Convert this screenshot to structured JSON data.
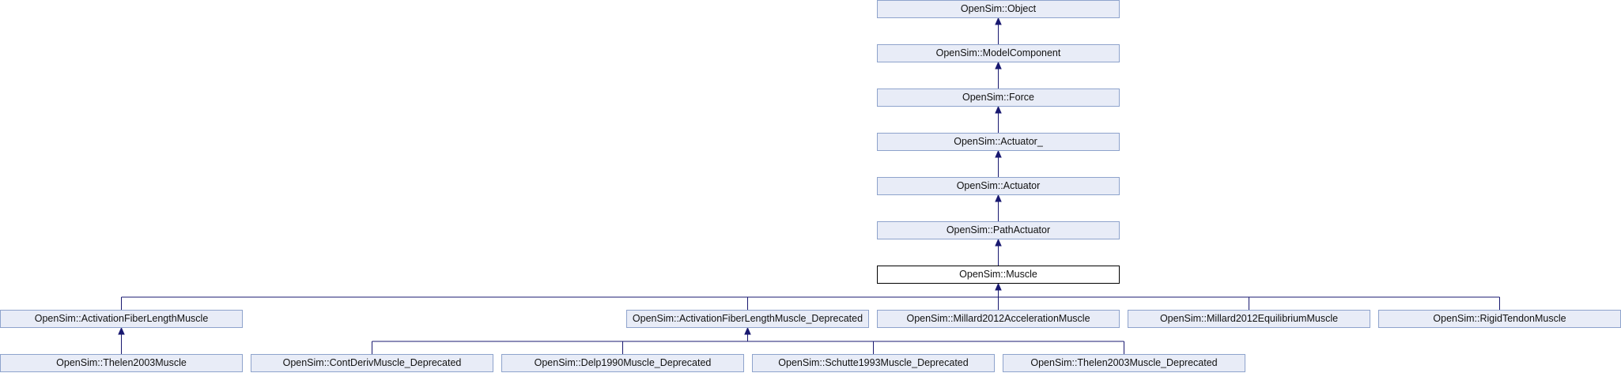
{
  "diagram": {
    "title": "",
    "nodes": {
      "object": "OpenSim::Object",
      "modelcomponent": "OpenSim::ModelComponent",
      "force": "OpenSim::Force",
      "actuator_": "OpenSim::Actuator_",
      "actuator": "OpenSim::Actuator",
      "pathactuator": "OpenSim::PathActuator",
      "muscle": "OpenSim::Muscle",
      "activationfiberlengthmuscle": "OpenSim::ActivationFiberLengthMuscle",
      "activationfiberlengthmuscle_deprecated": "OpenSim::ActivationFiberLengthMuscle_Deprecated",
      "millard2012accelerationmuscle": "OpenSim::Millard2012AccelerationMuscle",
      "millard2012equilibriummuscle": "OpenSim::Millard2012EquilibriumMuscle",
      "rigidtendonmuscle": "OpenSim::RigidTendonMuscle",
      "thelen2003muscle": "OpenSim::Thelen2003Muscle",
      "contderivmuscle_deprecated": "OpenSim::ContDerivMuscle_Deprecated",
      "delp1990muscle_deprecated": "OpenSim::Delp1990Muscle_Deprecated",
      "schutte1993muscle_deprecated": "OpenSim::Schutte1993Muscle_Deprecated",
      "thelen2003muscle_deprecated": "OpenSim::Thelen2003Muscle_Deprecated"
    },
    "edges": [
      [
        "modelcomponent",
        "object"
      ],
      [
        "force",
        "modelcomponent"
      ],
      [
        "actuator_",
        "force"
      ],
      [
        "actuator",
        "actuator_"
      ],
      [
        "pathactuator",
        "actuator"
      ],
      [
        "muscle",
        "pathactuator"
      ],
      [
        "activationfiberlengthmuscle",
        "muscle"
      ],
      [
        "activationfiberlengthmuscle_deprecated",
        "muscle"
      ],
      [
        "millard2012accelerationmuscle",
        "muscle"
      ],
      [
        "millard2012equilibriummuscle",
        "muscle"
      ],
      [
        "rigidtendonmuscle",
        "muscle"
      ],
      [
        "thelen2003muscle",
        "activationfiberlengthmuscle"
      ],
      [
        "contderivmuscle_deprecated",
        "activationfiberlengthmuscle_deprecated"
      ],
      [
        "delp1990muscle_deprecated",
        "activationfiberlengthmuscle_deprecated"
      ],
      [
        "schutte1993muscle_deprecated",
        "activationfiberlengthmuscle_deprecated"
      ],
      [
        "thelen2003muscle_deprecated",
        "activationfiberlengthmuscle_deprecated"
      ]
    ],
    "edge_color": "#191970"
  }
}
